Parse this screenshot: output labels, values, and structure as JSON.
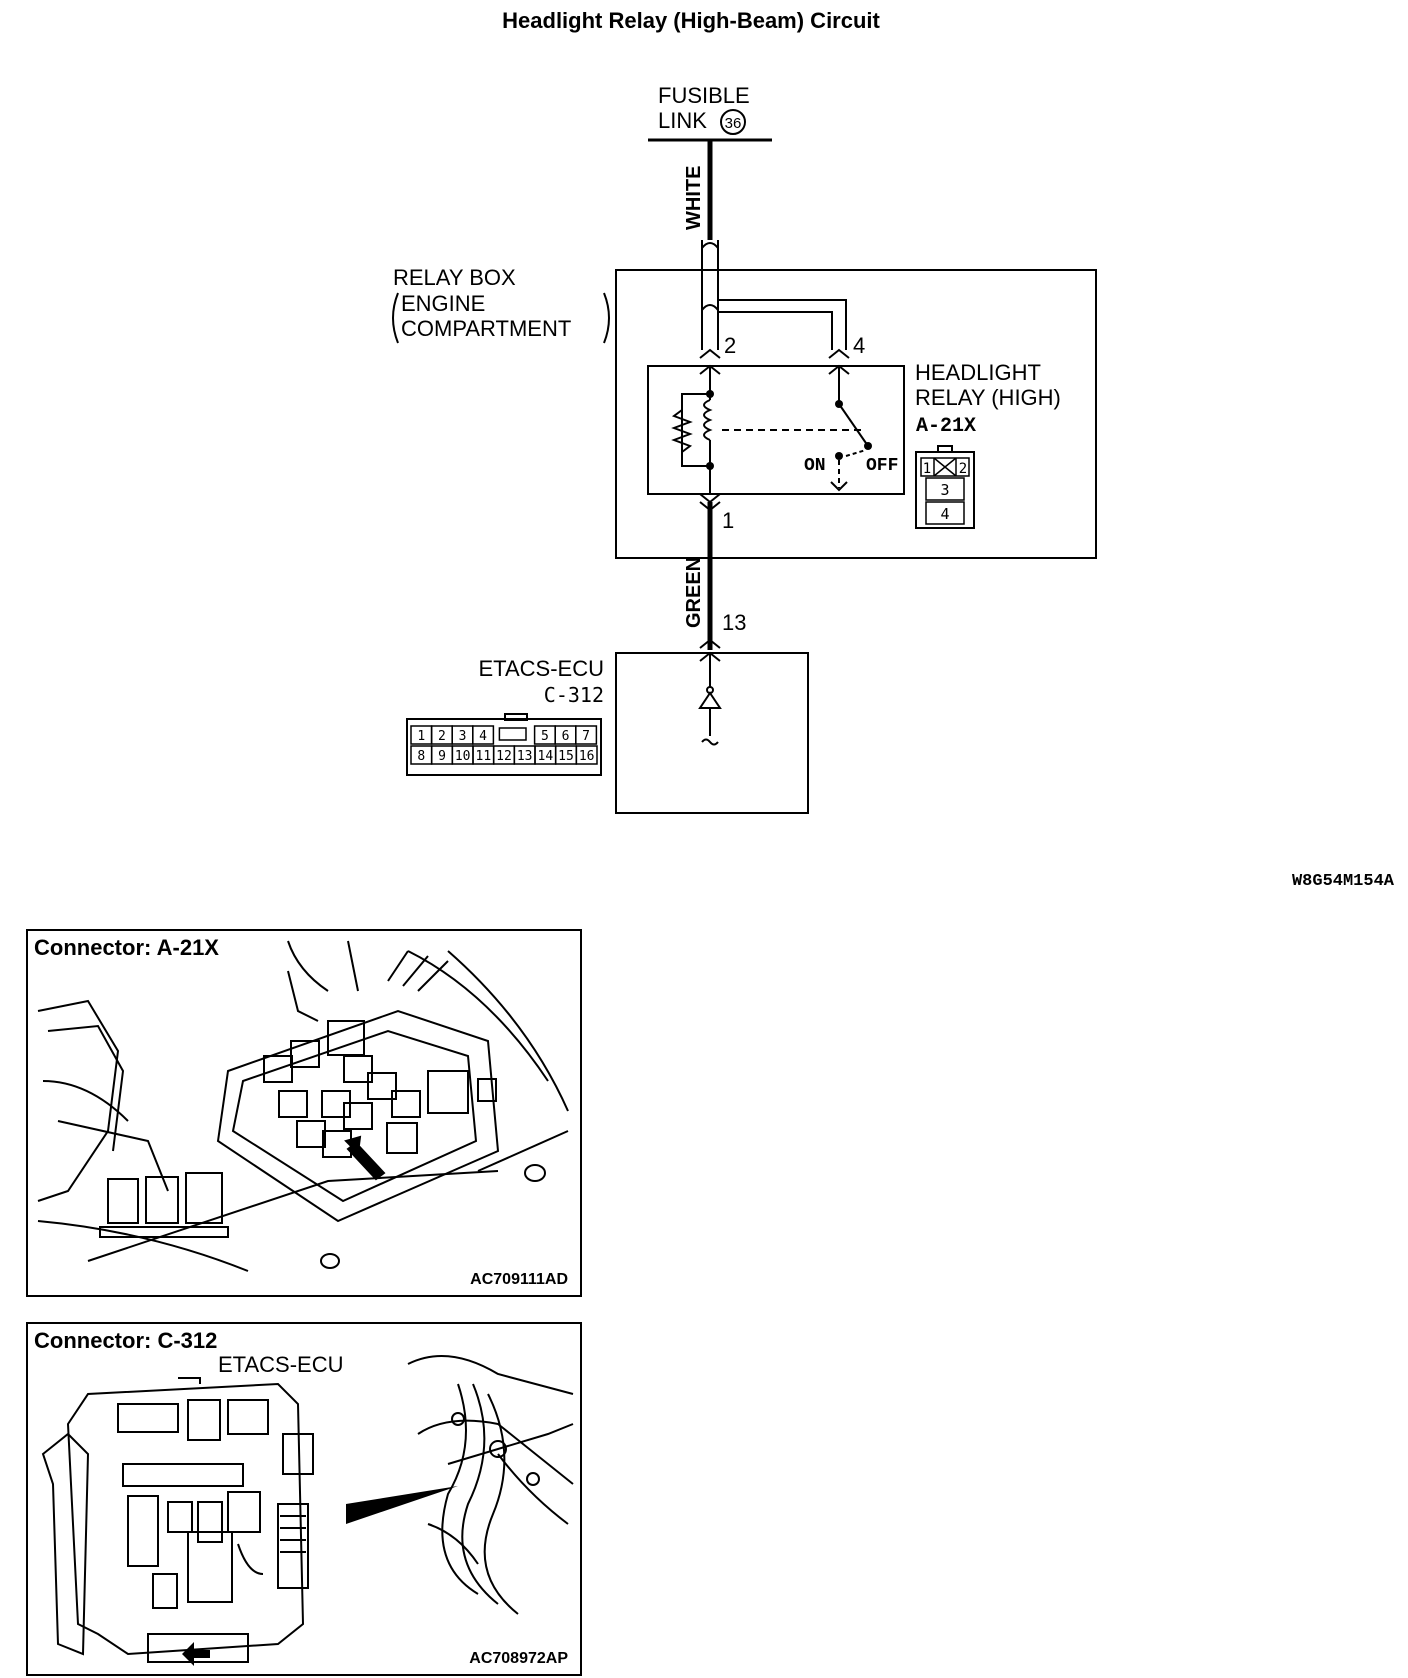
{
  "title": "Headlight Relay (High-Beam) Circuit",
  "diagram": {
    "fusible_link": {
      "line1": "FUSIBLE",
      "line2": "LINK",
      "number": "36"
    },
    "wire_white": "WHITE",
    "wire_green": "GREEN",
    "relay_box": {
      "line1": "RELAY BOX",
      "line2": "ENGINE",
      "line3": "COMPARTMENT"
    },
    "relay": {
      "line1": "HEADLIGHT",
      "line2": "RELAY (HIGH)",
      "connector": "A-21X"
    },
    "pins": {
      "p2": "2",
      "p4": "4",
      "p1": "1",
      "p13": "13"
    },
    "switch": {
      "on": "ON",
      "off": "OFF"
    },
    "relay_connector_pins": [
      "1",
      "2",
      "3",
      "4"
    ],
    "ecu": {
      "name": "ETACS-ECU",
      "connector": "C-312"
    },
    "ecu_connector_pins_top": [
      "1",
      "2",
      "3",
      "4",
      "5",
      "6",
      "7"
    ],
    "ecu_connector_pins_bottom": [
      "8",
      "9",
      "10",
      "11",
      "12",
      "13",
      "14",
      "15",
      "16"
    ]
  },
  "diagram_code": "W8G54M154A",
  "panels": [
    {
      "title": "Connector: A-21X",
      "code": "AC709111AD"
    },
    {
      "title": "Connector: C-312",
      "subtitle": "ETACS-ECU",
      "code": "AC708972AP"
    }
  ]
}
